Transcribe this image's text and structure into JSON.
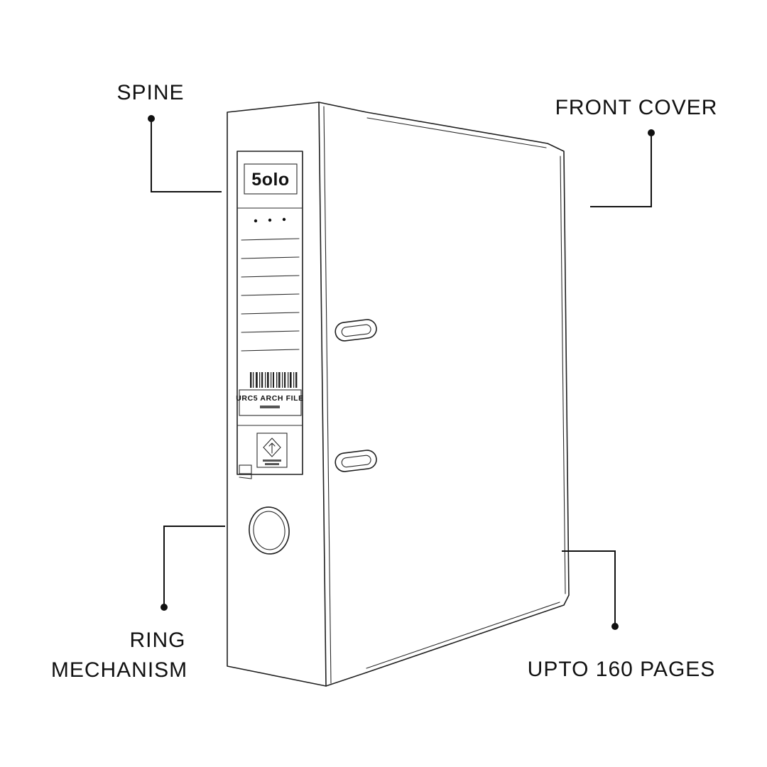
{
  "page": {
    "background": "#ffffff",
    "line_color": "#1f1f1f",
    "text_color": "#111111"
  },
  "callouts": {
    "spine": {
      "label": "SPINE"
    },
    "front_cover": {
      "label": "FRONT COVER"
    },
    "ring_mechanism": {
      "label_line1": "RING",
      "label_line2": "MECHANISM"
    },
    "pages": {
      "label": "UPTO 160 PAGES"
    }
  },
  "binder": {
    "brand": "5olo",
    "spine_label_text": "URC5 ARCH FILE"
  }
}
